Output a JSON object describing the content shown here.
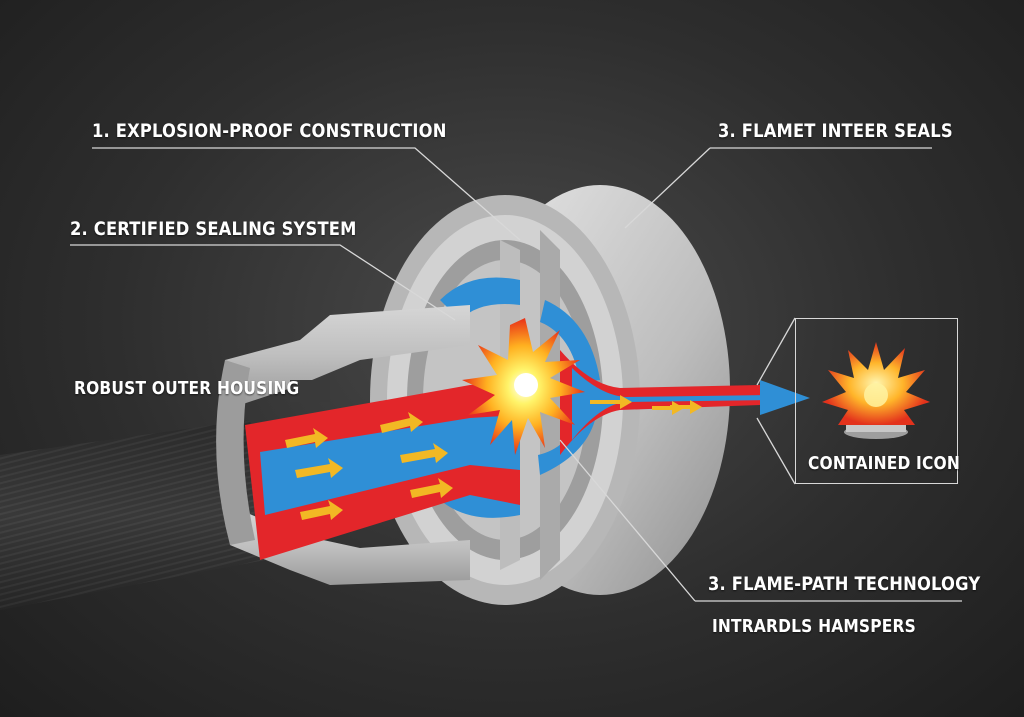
{
  "labels": {
    "explosion_proof": "1. EXPLOSION-PROOF CONSTRUCTION",
    "flamet_seals": "3. FLAMET INTEER SEALS",
    "certified_sealing": "2. CERTIFIED SEALING SYSTEM",
    "outer_housing": "ROBUST OUTER HOUSING",
    "contained_icon": "CONTAINED ICON",
    "flame_path": "3. FLAME-PATH TECHNOLOGY",
    "intrardls": "INTRARDLS HAMSPERS"
  },
  "colors": {
    "background": "#2e2e2e",
    "housing": "#c9c9c9",
    "hot_channel": "#e3262a",
    "cool_channel": "#2f8fd6",
    "flow_arrow": "#f2b824",
    "blast_yellow": "#ffd21e",
    "blast_orange": "#ff6a1a",
    "leader_line": "#d8d8d8"
  }
}
